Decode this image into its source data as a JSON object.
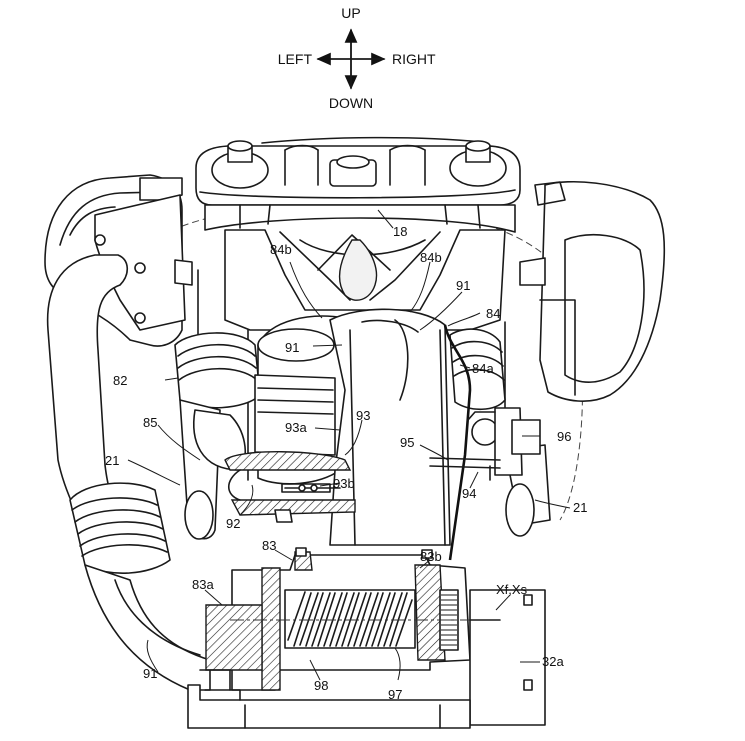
{
  "compass": {
    "up": "UP",
    "down": "DOWN",
    "left": "LEFT",
    "right": "RIGHT"
  },
  "labels": {
    "l18": "18",
    "l84b_left": "84b",
    "l84b_right": "84b",
    "l91_top": "91",
    "l91_mid": "91",
    "l84": "84",
    "l84a": "84a",
    "l82": "82",
    "l85": "85",
    "l21_left": "21",
    "l93a": "93a",
    "l93": "93",
    "l95": "95",
    "l96": "96",
    "l93b": "93b",
    "l94": "94",
    "l21_right": "21",
    "l92": "92",
    "l83": "83",
    "l83b": "83b",
    "l83a": "83a",
    "lxf": "Xf,Xs",
    "l32a": "32a",
    "l91_bottom": "91",
    "l98": "98",
    "l97": "97"
  }
}
